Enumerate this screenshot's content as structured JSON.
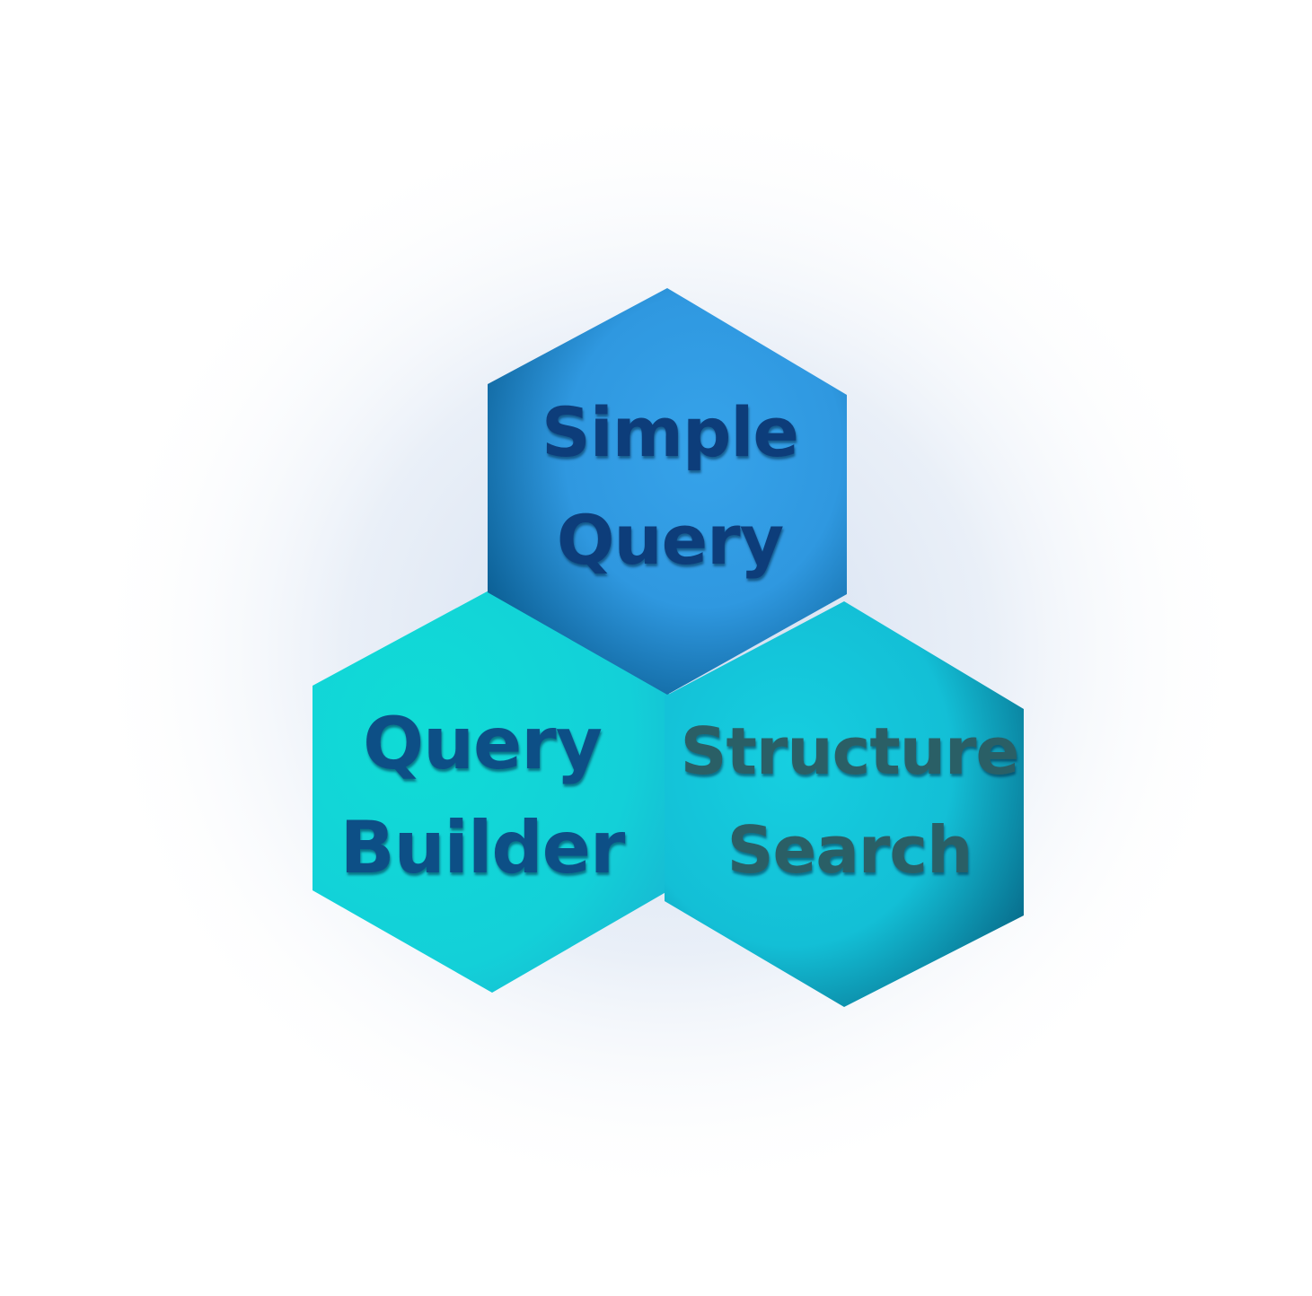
{
  "diagram": {
    "hexagons": [
      {
        "id": "simple-query",
        "lines": [
          "Simple",
          "Query"
        ],
        "fill_light": "#36a3ea",
        "fill_dark": "#0b5f94",
        "text_color": "#0b3d7a"
      },
      {
        "id": "query-builder",
        "lines": [
          "Query",
          "Builder"
        ],
        "fill_light": "#10dcd6",
        "fill_dark": "#17b7d2",
        "text_color": "#0b4f86"
      },
      {
        "id": "structure-search",
        "lines": [
          "Structure",
          "Search"
        ],
        "fill_light": "#16cfe0",
        "fill_dark": "#086f8e",
        "text_color": "#2b5f66"
      }
    ]
  }
}
